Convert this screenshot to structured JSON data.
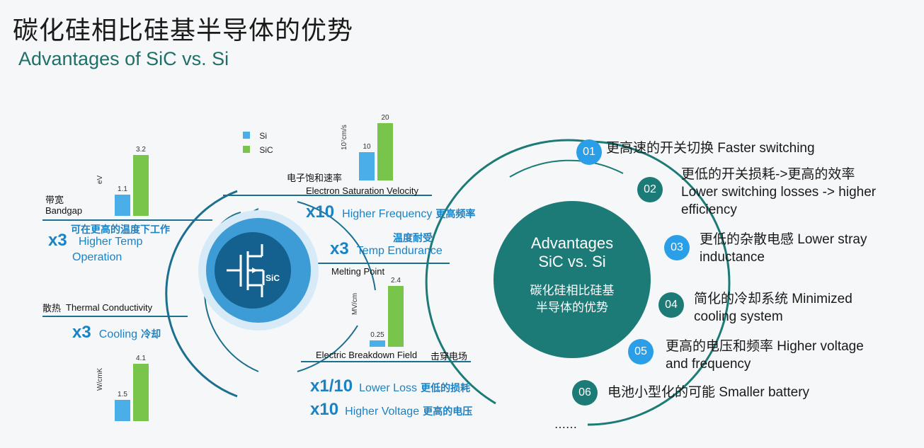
{
  "title_cn": "碳化硅相比硅基半导体的优势",
  "title_en": "Advantages of SiC vs. Si",
  "legend": [
    {
      "label": "Si",
      "color": "#4aaee8"
    },
    {
      "label": "SiC",
      "color": "#79c44b"
    }
  ],
  "chip_label": "SiC",
  "chart_data": [
    {
      "type": "bar",
      "title": "带宽 Bandgap",
      "ylabel": "eV",
      "categories": [
        "Si",
        "SiC"
      ],
      "values": [
        1.1,
        3.2
      ],
      "value_labels": [
        "1.1",
        "3.2"
      ]
    },
    {
      "type": "bar",
      "title": "电子饱和速率 Electron Saturation Velocity",
      "ylabel": "10⁷cm/s",
      "categories": [
        "Si",
        "SiC"
      ],
      "values": [
        10,
        20
      ],
      "value_labels": [
        "10",
        "20"
      ]
    },
    {
      "type": "bar",
      "title": "Electric Breakdown Field 击穿电场",
      "ylabel": "MV/cm",
      "categories": [
        "Si",
        "SiC"
      ],
      "values": [
        0.25,
        2.4
      ],
      "value_labels": [
        "0.25",
        "2.4"
      ]
    },
    {
      "type": "bar",
      "title": "散热 Thermal Conductivity",
      "ylabel": "W/cmK",
      "categories": [
        "Si",
        "SiC"
      ],
      "values": [
        1.5,
        4.1
      ],
      "value_labels": [
        "1.5",
        "4.1"
      ]
    }
  ],
  "labels": {
    "bandgap_cn": "带宽",
    "bandgap_en": "Bandgap",
    "bandgap_unit": "eV",
    "esv_cn": "电子饱和速率",
    "esv_en": "Electron Saturation Velocity",
    "esv_unit": "10⁷cm/s",
    "melting_en": "Melting Point",
    "ebf_en": "Electric Breakdown Field",
    "ebf_cn": "击穿电场",
    "ebf_unit": "MV/cm",
    "thermal_cn": "散热",
    "thermal_en": "Thermal Conductivity",
    "thermal_unit": "W/cmK"
  },
  "multipliers": {
    "temp_op": {
      "mult": "x3",
      "cn": "可在更高的温度下工作",
      "en1": "Higher Temp",
      "en2": "Operation"
    },
    "freq": {
      "mult": "x10",
      "en": "Higher Frequency",
      "cn": "更高频率"
    },
    "temp_end": {
      "mult": "x3",
      "cn": "温度耐受",
      "en": "Temp Endurance"
    },
    "cooling": {
      "mult": "x3",
      "en": "Cooling",
      "cn": "冷却"
    },
    "loss": {
      "mult": "x1/10",
      "en": "Lower Loss",
      "cn": "更低的损耗"
    },
    "voltage": {
      "mult": "x10",
      "en": "Higher Voltage",
      "cn": "更高的电压"
    }
  },
  "center": {
    "en1": "Advantages",
    "en2": "SiC vs. Si",
    "cn1": "碳化硅相比硅基",
    "cn2": "半导体的优势"
  },
  "advantages": [
    {
      "num": "01",
      "line1": "更高速的开关切换 Faster switching",
      "line2": "",
      "line3": "",
      "color": "#2a9ee6"
    },
    {
      "num": "02",
      "line1": "更低的开关损耗->更高的效率",
      "line2": "Lower switching losses -> higher",
      "line3": "efficiency",
      "color": "#1c7a77"
    },
    {
      "num": "03",
      "line1": "更低的杂散电感 Lower stray",
      "line2": "inductance",
      "line3": "",
      "color": "#2a9ee6"
    },
    {
      "num": "04",
      "line1": "简化的冷却系统 Minimized",
      "line2": "cooling system",
      "line3": "",
      "color": "#1c7a77"
    },
    {
      "num": "05",
      "line1": "更高的电压和频率 Higher voltage",
      "line2": "and frequency",
      "line3": "",
      "color": "#2a9ee6"
    },
    {
      "num": "06",
      "line1": "电池小型化的可能 Smaller battery",
      "line2": "",
      "line3": "",
      "color": "#1c7a77"
    }
  ],
  "ellipsis": "……"
}
